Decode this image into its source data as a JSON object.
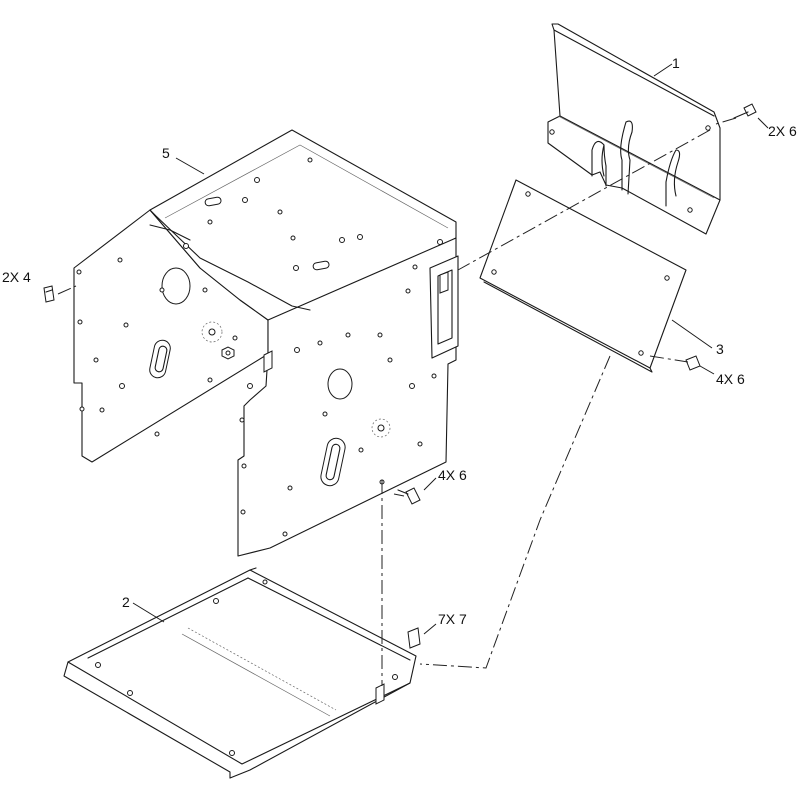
{
  "callouts": {
    "part_1": "1",
    "part_2": "2",
    "part_3": "3",
    "part_5": "5",
    "hw_top_right": "2X 6",
    "hw_left": "2X 4",
    "hw_right": "4X 6",
    "hw_center": "4X 6",
    "hw_bottom": "7X 7"
  }
}
